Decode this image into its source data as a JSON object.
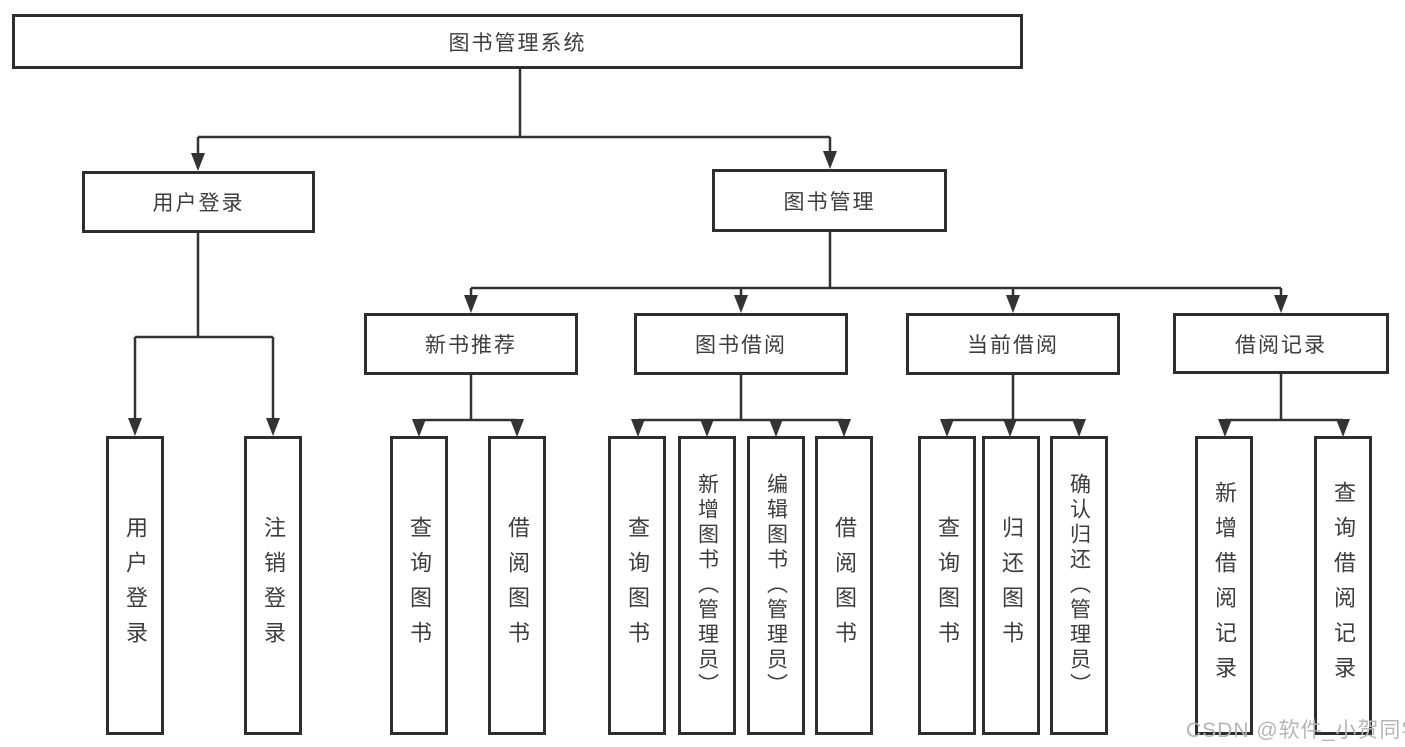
{
  "root": {
    "label": "图书管理系统"
  },
  "level2": [
    {
      "label": "用户登录"
    },
    {
      "label": "图书管理"
    }
  ],
  "level3": [
    {
      "label": "新书推荐"
    },
    {
      "label": "图书借阅"
    },
    {
      "label": "当前借阅"
    },
    {
      "label": "借阅记录"
    }
  ],
  "leaves": {
    "user": [
      {
        "label": "用户登录"
      },
      {
        "label": "注销登录"
      }
    ],
    "recommend": [
      {
        "label": "查询图书"
      },
      {
        "label": "借阅图书"
      }
    ],
    "borrow": [
      {
        "label": "查询图书"
      },
      {
        "label": "新增图书（管理员）"
      },
      {
        "label": "编辑图书（管理员）"
      },
      {
        "label": "借阅图书"
      }
    ],
    "current": [
      {
        "label": "查询图书"
      },
      {
        "label": "归还图书"
      },
      {
        "label": "确认归还（管理员）"
      }
    ],
    "records": [
      {
        "label": "新增借阅记录"
      },
      {
        "label": "查询借阅记录"
      }
    ]
  },
  "watermark": {
    "text": "CSDN @软件_小贺同学"
  },
  "colors": {
    "line": "#333333",
    "box_border": "#2e2e2e",
    "text": "#3d3d3d",
    "watermark": "#b5b5b5",
    "background": "#ffffff"
  }
}
